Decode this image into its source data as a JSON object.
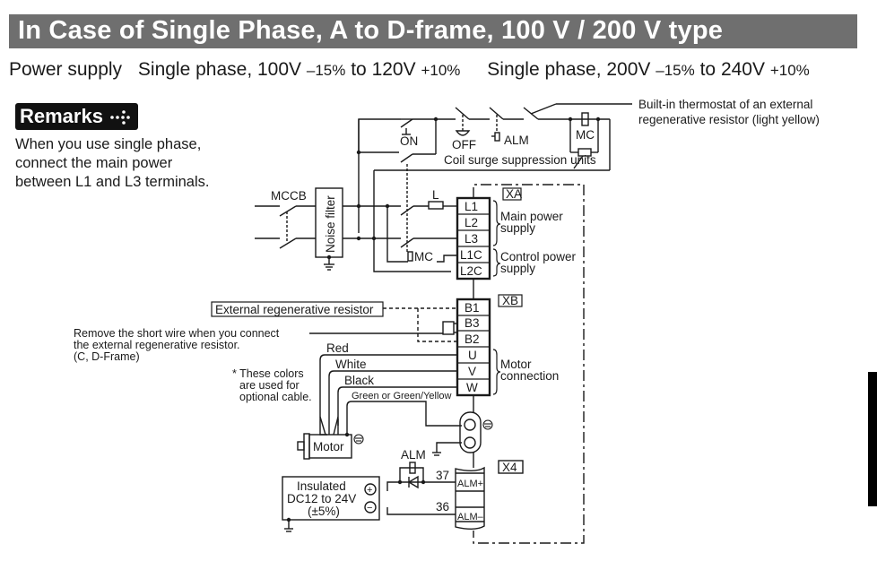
{
  "header": {
    "title": "In Case of Single Phase, A to D-frame, 100 V / 200 V type"
  },
  "power_supply": {
    "label": "Power supply",
    "range_100": {
      "prefix": "Single phase, 100V",
      "minus": "–15%",
      "to": "to",
      "upper": "120V",
      "plus": "+10%"
    },
    "range_200": {
      "prefix": "Single phase, 200V",
      "minus": "–15%",
      "to": "to",
      "upper": "240V",
      "plus": "+10%"
    }
  },
  "remarks": {
    "badge": "Remarks",
    "lines": [
      "When you use single phase,",
      "connect the main power",
      "between L1 and L3 terminals."
    ]
  },
  "diagram": {
    "labels": {
      "on": "ON",
      "off": "OFF",
      "alm_coil": "ALM",
      "mc_top": "MC",
      "coil_surge": "Coil surge suppression units",
      "thermostat_1": "Built-in thermostat of an external",
      "thermostat_2": "regenerative resistor (light yellow)",
      "mccb": "MCCB",
      "noise_filter": "Noise filter",
      "reactor": "L",
      "mc_coil": "MC",
      "main_power_1": "Main power",
      "main_power_2": "supply",
      "control_power_1": "Control power",
      "control_power_2": "supply",
      "ext_regen": "External regenerative resistor",
      "short_wire_1": "Remove the short wire when you connect",
      "short_wire_2": "the external regenerative resistor.",
      "short_wire_3": "(C, D-Frame)",
      "red": "Red",
      "white": "White",
      "black": "Black",
      "green": "Green or Green/Yellow",
      "colors_note_1": "* These colors",
      "colors_note_2": "are used for",
      "colors_note_3": "optional cable.",
      "motor_connection_1": "Motor",
      "motor_connection_2": "connection",
      "motor": "Motor",
      "alm_relay": "ALM",
      "pin_37": "37",
      "pin_36": "36",
      "alm_plus": "ALM+",
      "alm_minus": "ALM–",
      "dc_1": "Insulated",
      "dc_2": "DC12 to 24V",
      "dc_3": "(±5%)",
      "plus_sign": "+",
      "minus_sign": "−"
    },
    "connectors": {
      "xa": {
        "name": "XA",
        "terminals": [
          "L1",
          "L2",
          "L3",
          "L1C",
          "L2C"
        ]
      },
      "xb": {
        "name": "XB",
        "terminals": [
          "B1",
          "B3",
          "B2",
          "U",
          "V",
          "W"
        ]
      },
      "x4": {
        "name": "X4"
      }
    }
  }
}
